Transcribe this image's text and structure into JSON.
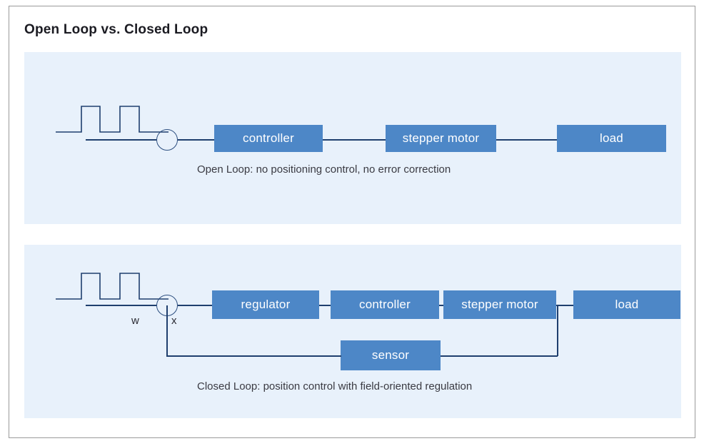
{
  "page": {
    "title": "Open Loop vs. Closed Loop",
    "colors": {
      "panel_bg": "#e8f1fb",
      "block_fill": "#4d87c7",
      "block_text": "#ffffff",
      "wire": "#1f3f6e",
      "card_border": "#9a9a9a",
      "title_text": "#1b1b22",
      "caption_text": "#3a3a42"
    }
  },
  "open_loop": {
    "blocks": [
      {
        "label": "controller"
      },
      {
        "label": "stepper motor"
      },
      {
        "label": "load"
      }
    ],
    "caption": "Open Loop: no positioning control, no error correction",
    "junction_name": "summing-junction",
    "pulse_name": "pulse-train-input"
  },
  "closed_loop": {
    "blocks": [
      {
        "label": "regulator"
      },
      {
        "label": "controller"
      },
      {
        "label": "stepper motor"
      },
      {
        "label": "load"
      }
    ],
    "feedback_block": {
      "label": "sensor"
    },
    "signal_labels": {
      "setpoint": "w",
      "feedback": "x"
    },
    "caption": "Closed Loop: position control with field-oriented regulation",
    "junction_name": "summing-junction",
    "pulse_name": "pulse-train-input"
  }
}
